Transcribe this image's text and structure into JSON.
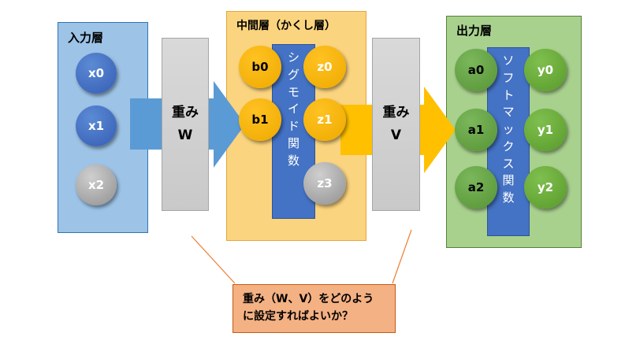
{
  "diagram": {
    "title_hint": "neural-network-layers",
    "input_layer": {
      "label": "入力層",
      "nodes": [
        {
          "id": "x0",
          "label": "x0",
          "style": "blue"
        },
        {
          "id": "x1",
          "label": "x1",
          "style": "blue"
        },
        {
          "id": "x2",
          "label": "x2",
          "style": "gray"
        }
      ]
    },
    "weight_w": {
      "line1": "重み",
      "line2": "W"
    },
    "hidden_layer": {
      "label": "中間層（かくし層）",
      "activation": "シグモイド関数",
      "activation_chars": [
        "シ",
        "グ",
        "モ",
        "イ",
        "ド",
        "関",
        "数"
      ],
      "pre_nodes": [
        {
          "id": "b0",
          "label": "b0",
          "style": "yellow"
        },
        {
          "id": "b1",
          "label": "b1",
          "style": "yellow"
        }
      ],
      "post_nodes": [
        {
          "id": "z0",
          "label": "z0",
          "style": "yellow"
        },
        {
          "id": "z1",
          "label": "z1",
          "style": "yellow"
        },
        {
          "id": "z3",
          "label": "z3",
          "style": "gray"
        }
      ]
    },
    "weight_v": {
      "line1": "重み",
      "line2": "V"
    },
    "output_layer": {
      "label": "出力層",
      "activation": "ソフトマックス関数",
      "activation_chars": [
        "ソ",
        "フ",
        "ト",
        "マ",
        "ッ",
        "ク",
        "ス",
        "関",
        "数"
      ],
      "pre_nodes": [
        {
          "id": "a0",
          "label": "a0",
          "style": "green"
        },
        {
          "id": "a1",
          "label": "a1",
          "style": "green"
        },
        {
          "id": "a2",
          "label": "a2",
          "style": "green"
        }
      ],
      "post_nodes": [
        {
          "id": "y0",
          "label": "y0",
          "style": "green-light"
        },
        {
          "id": "y1",
          "label": "y1",
          "style": "green-light"
        },
        {
          "id": "y2",
          "label": "y2",
          "style": "green-light"
        }
      ]
    },
    "callout": {
      "line1": "重み（W、V）をどのよう",
      "line2": "に設定すればよいか？"
    },
    "colors": {
      "input_panel": "#9DC3E6",
      "input_panel_border": "#2E75B6",
      "hidden_panel": "#FBD47F",
      "hidden_panel_border": "#E8A33D",
      "output_panel": "#A9D18E",
      "output_panel_border": "#548235",
      "activation_band": "#4472C4",
      "weight_box": "#D9D9D9",
      "arrow_blue": "#5B9BD5",
      "arrow_yellow": "#FFC000",
      "callout_fill": "#F4B183",
      "callout_border": "#C55A11",
      "leader_line": "#ED7D31"
    }
  }
}
